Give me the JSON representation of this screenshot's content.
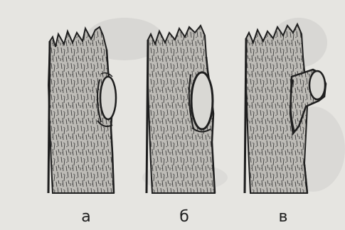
{
  "panels": [
    {
      "label": "а"
    },
    {
      "label": "б"
    },
    {
      "label": "в"
    }
  ],
  "colors": {
    "background": "#e6e5e1",
    "ink": "#1e1e1e",
    "bark": "#b9b7b2"
  }
}
